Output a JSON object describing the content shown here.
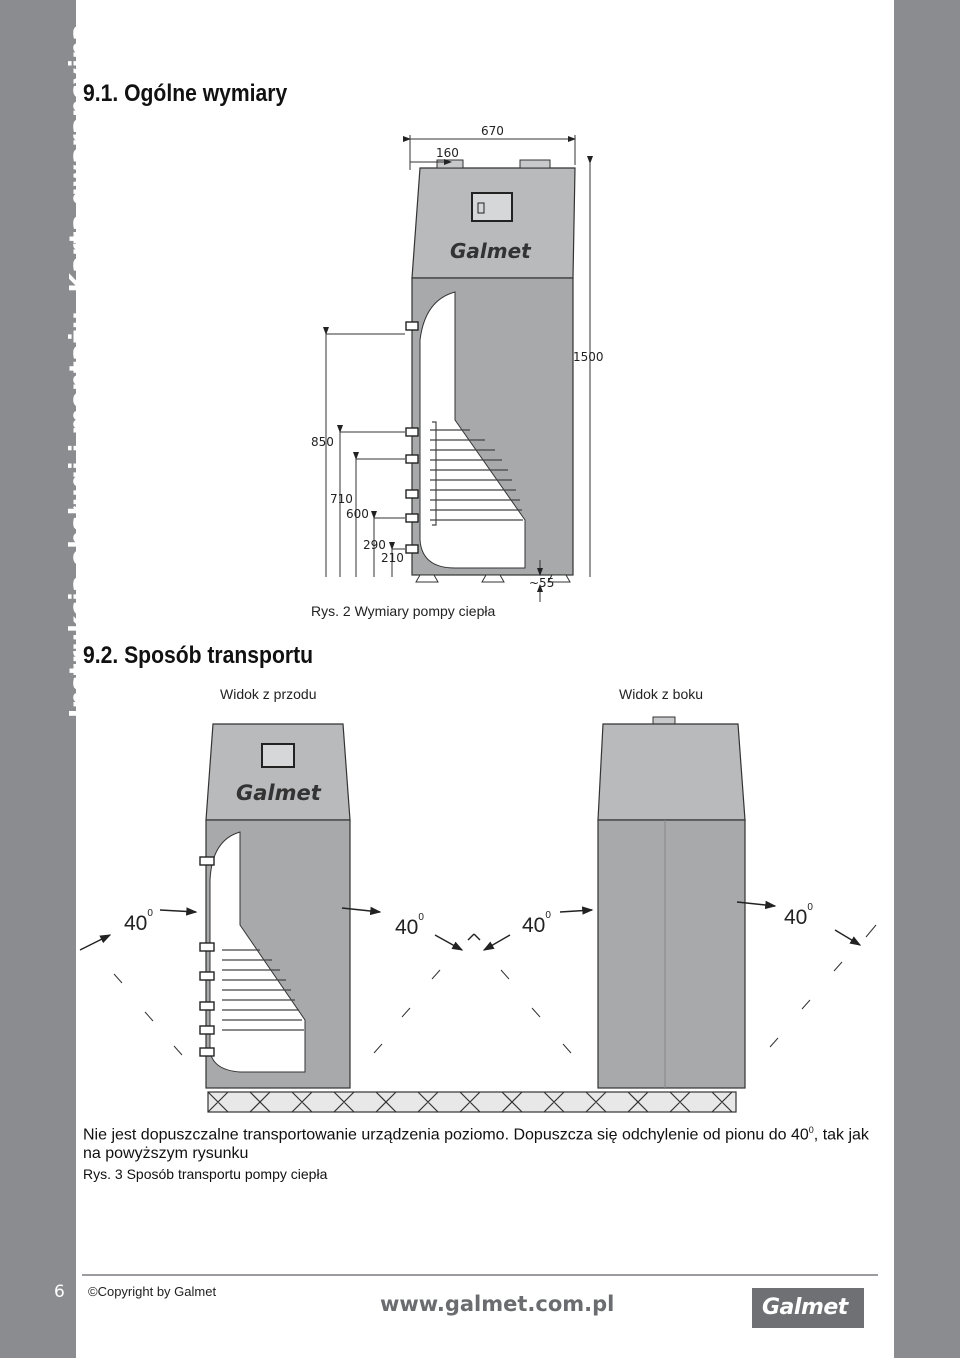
{
  "sidebar": {
    "title": "Instrukcja obsługi i montażu. Karta gwarancyjna.",
    "page_number": "6"
  },
  "section_1": {
    "heading": "9.1. Ogólne wymiary",
    "dimensions": {
      "width_total": "670",
      "offset_top": "160",
      "height_total": "1500",
      "h850": "850",
      "h710": "710",
      "h600": "600",
      "h290": "290",
      "h210": "210",
      "foot": "~55"
    },
    "caption": "Rys. 2 Wymiary pompy ciepła"
  },
  "section_2": {
    "heading": "9.2. Sposób transportu",
    "front_label": "Widok z przodu",
    "side_label": "Widok z boku",
    "angle": "40",
    "angle_unit": "0"
  },
  "note": {
    "text_main": "Nie jest dopuszczalne transportowanie urządzenia poziomo. Dopuszcza się odchylenie od pionu do 40",
    "degree": "0",
    "text_rest": ", tak jak na powyższym rysunku"
  },
  "caption_3": "Rys. 3 Sposób transportu pompy ciepła",
  "footer": {
    "copyright": "©Copyright by Galmet",
    "website": "www.galmet.com.pl",
    "logo": "Galmet"
  },
  "brand": {
    "logo_text": "Galmet"
  },
  "colors": {
    "sidebar": "#8a8c8f",
    "device_top": "#b9babc",
    "device_body": "#a7a9ab"
  }
}
